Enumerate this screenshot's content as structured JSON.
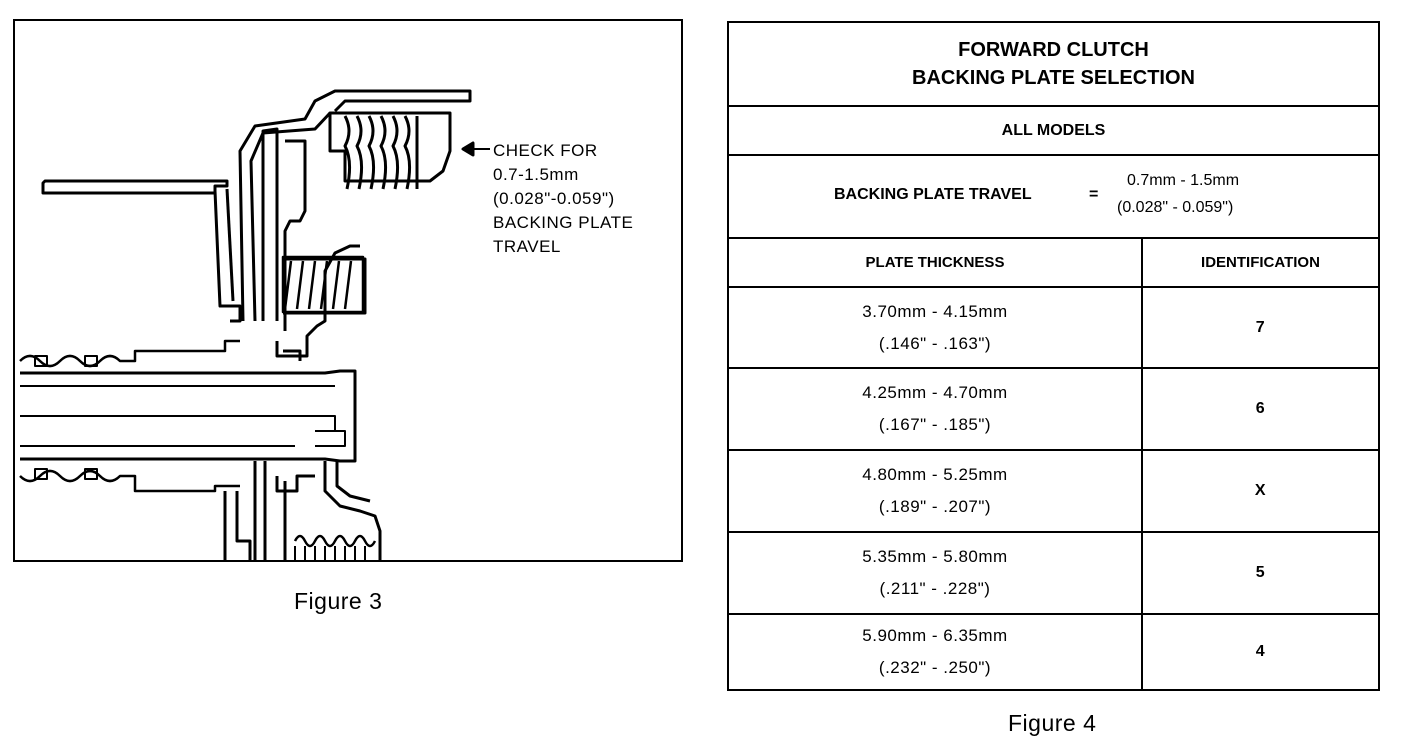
{
  "figure3": {
    "caption": "Figure 3",
    "callout_lines": [
      "CHECK FOR",
      "0.7-1.5mm",
      "(0.028\"-0.059\")",
      "BACKING PLATE",
      "TRAVEL"
    ]
  },
  "figure4": {
    "caption": "Figure 4",
    "title_line1": "FORWARD CLUTCH",
    "title_line2": "BACKING PLATE SELECTION",
    "models": "ALL MODELS",
    "travel_label": "BACKING PLATE TRAVEL",
    "travel_eq": "=",
    "travel_mm": "0.7mm - 1.5mm",
    "travel_in": "(0.028\" - 0.059\")",
    "header_thickness": "PLATE THICKNESS",
    "header_id": "IDENTIFICATION",
    "rows": [
      {
        "mm": "3.70mm - 4.15mm",
        "inch": "(.146\" - .163\")",
        "id": "7"
      },
      {
        "mm": "4.25mm - 4.70mm",
        "inch": "(.167\" - .185\")",
        "id": "6"
      },
      {
        "mm": "4.80mm - 5.25mm",
        "inch": "(.189\" - .207\")",
        "id": "X"
      },
      {
        "mm": "5.35mm - 5.80mm",
        "inch": "(.211\" - .228\")",
        "id": "5"
      },
      {
        "mm": "5.90mm - 6.35mm",
        "inch": "(.232\" - .250\")",
        "id": "4"
      }
    ]
  }
}
